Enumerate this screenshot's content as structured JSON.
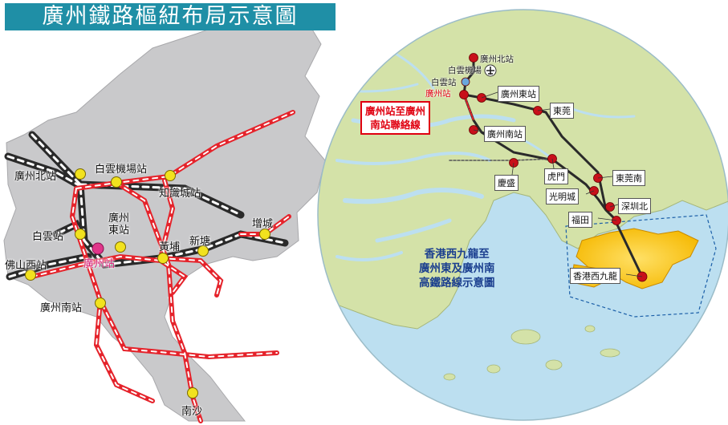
{
  "title": "廣州鐵路樞紐布局示意圖",
  "left_map": {
    "stations": {
      "guangzhou_north": "廣州北站",
      "baiyun_airport": "白雲機場站",
      "knowledge_city": "知識城站",
      "guangzhou_east": "廣州東站",
      "baiyun": "白雲站",
      "guangzhou": "廣州站",
      "huangpu": "黃埔",
      "xintang": "新塘",
      "zengcheng": "增城",
      "foshan_west": "佛山西站",
      "guangzhou_south": "廣州南站",
      "nansha": "南沙"
    }
  },
  "right_map": {
    "stations": {
      "guangzhou_north": "廣州北站",
      "baiyun_airport": "白雲機場",
      "baiyun": "白雲站",
      "guangzhou": "廣州站",
      "guangzhou_east": "廣州東站",
      "dongguan": "東莞",
      "guangzhou_south": "廣州南站",
      "dongguan_south": "東莞南",
      "qingsheng": "慶盛",
      "humen": "虎門",
      "guangmingcheng": "光明城",
      "shenzhen_north": "深圳北",
      "futian": "福田",
      "west_kowloon": "香港西九龍"
    },
    "link_line_label": [
      "廣州站至廣州",
      "南站聯絡線"
    ],
    "hsr_caption": [
      "香港西九龍至",
      "廣州東及廣州南",
      "高鐵路線示意圖"
    ]
  },
  "colors": {
    "title_bg": "#1f8fa6",
    "land_gray": "#c9c9cb",
    "circle_water": "#bcdff0",
    "circle_land": "#d4e2a8",
    "hk_land": "#ffd02e",
    "rail_red": "#e5232b",
    "rail_black": "#2a2a2a",
    "station_yellow": "#f2e21e",
    "station_red": "#c8101a",
    "guangzhou_pink": "#e0368a"
  },
  "icons": [
    "airplane-icon"
  ]
}
